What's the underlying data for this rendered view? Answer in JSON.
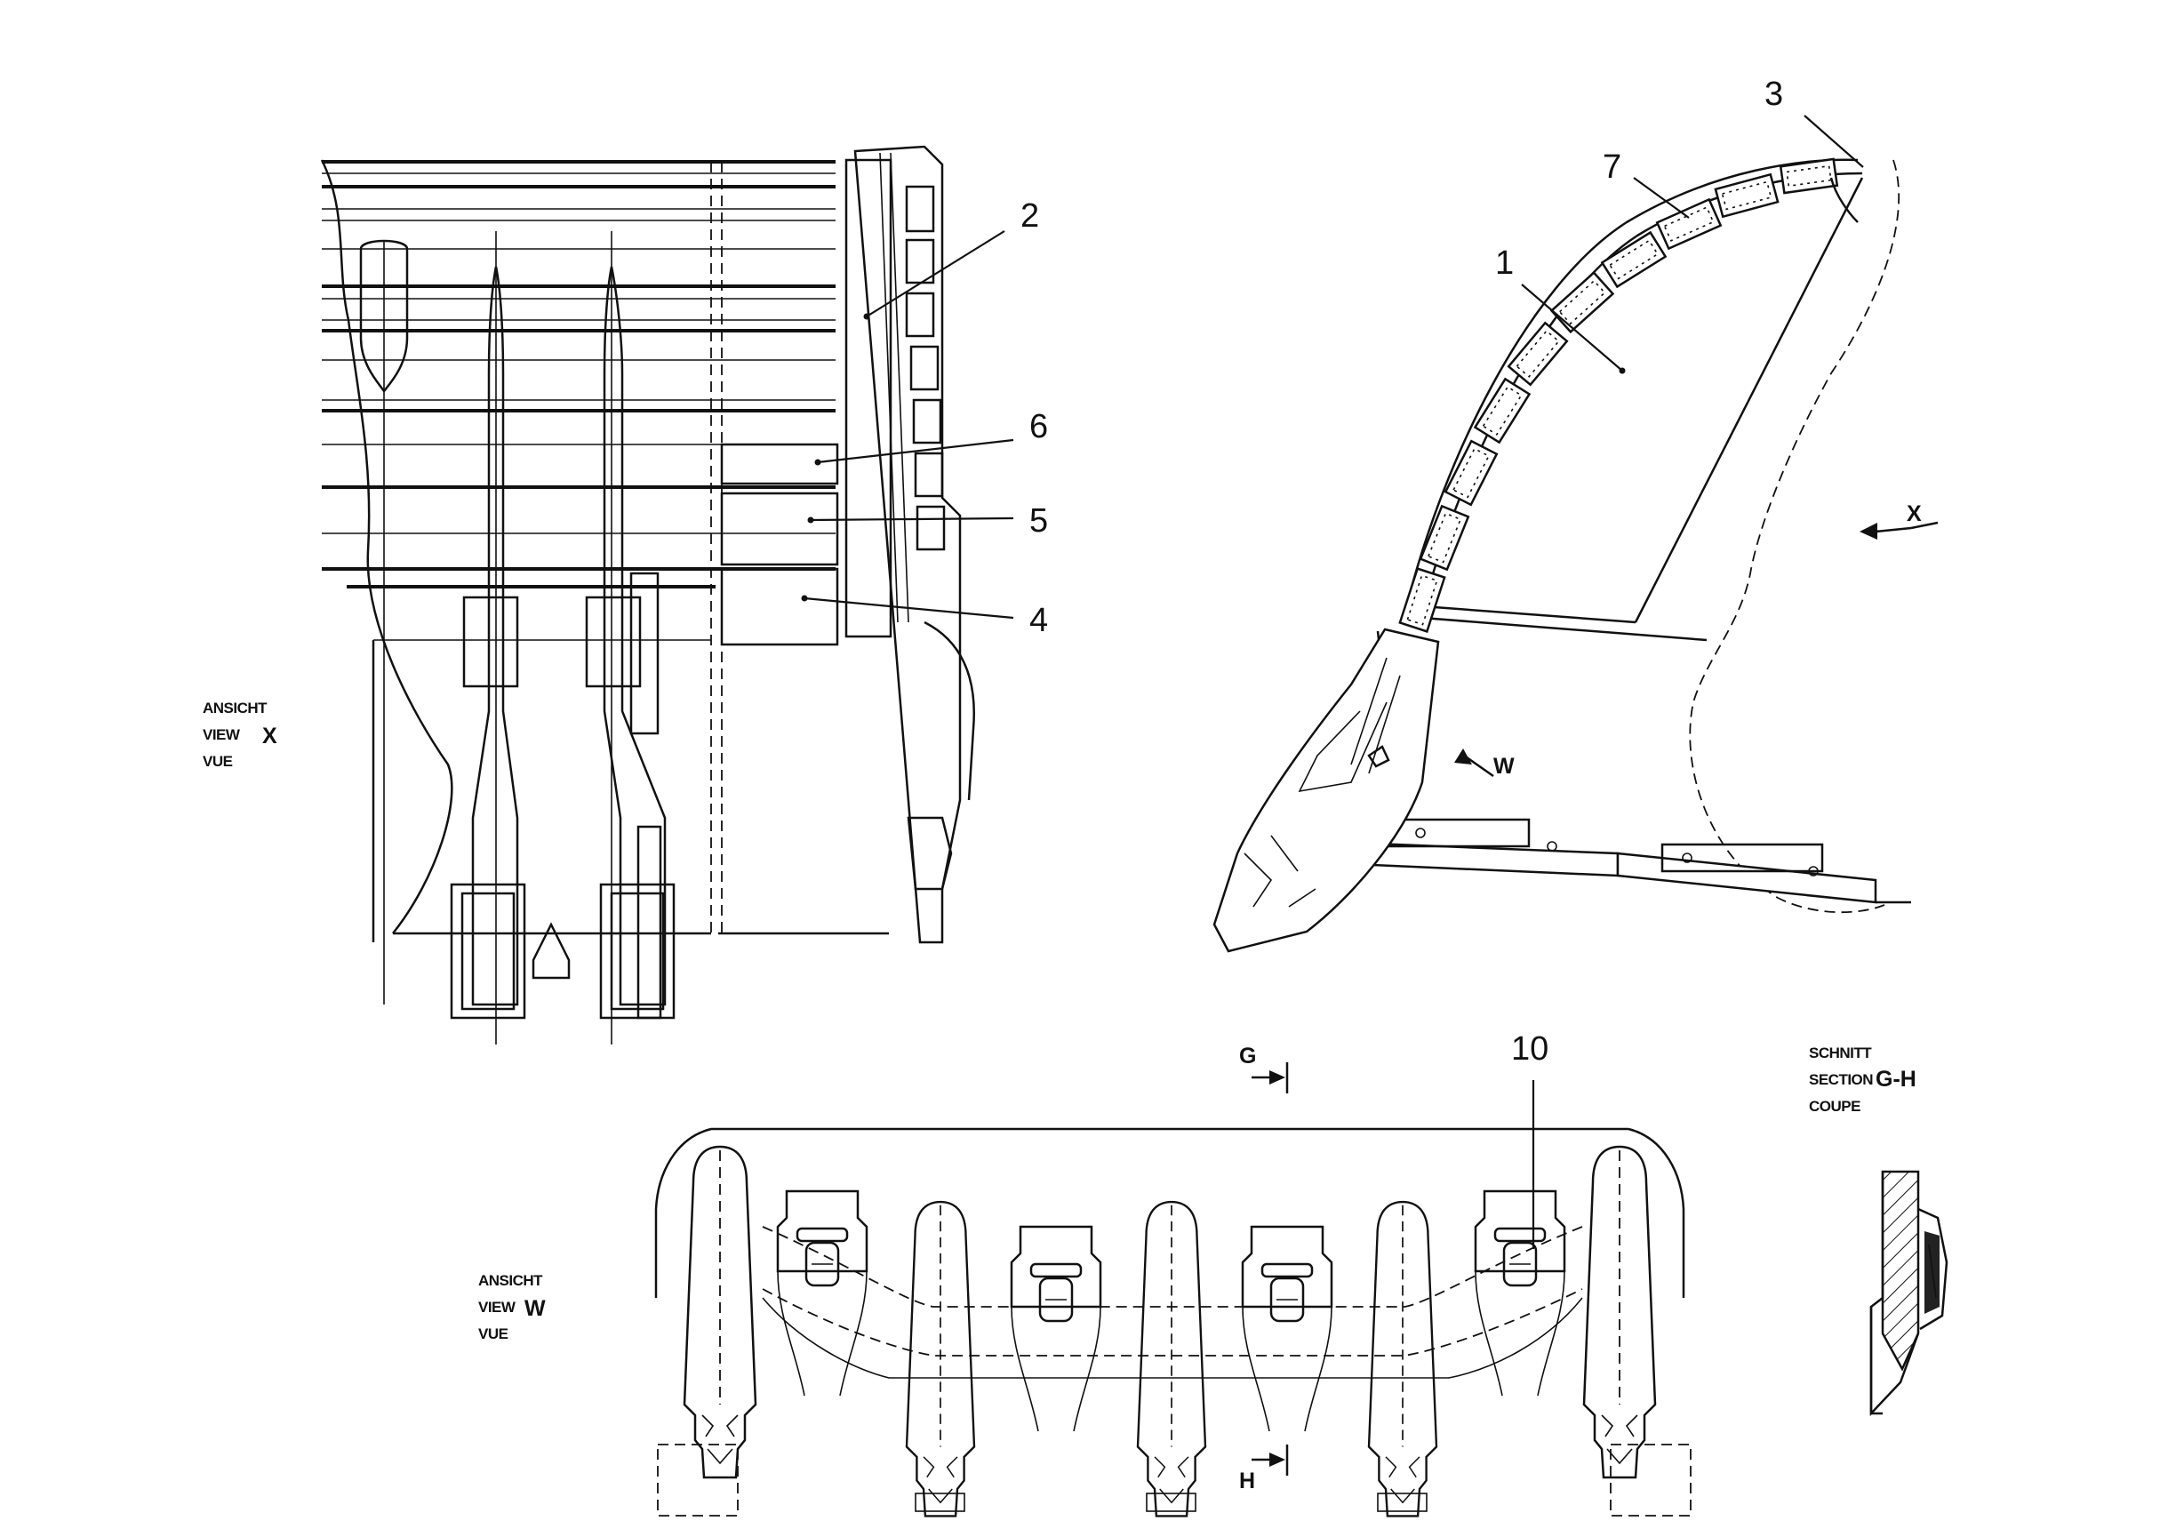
{
  "callouts": {
    "c1": "1",
    "c2": "2",
    "c3": "3",
    "c4": "4",
    "c5": "5",
    "c6": "6",
    "c7": "7",
    "c10": "10"
  },
  "view_x": {
    "line1": "ANSICHT",
    "line2": "VIEW",
    "line3": "VUE",
    "letter": "X"
  },
  "view_w": {
    "line1": "ANSICHT",
    "line2": "VIEW",
    "line3": "VUE",
    "letter": "W"
  },
  "section_gh": {
    "line1": "SCHNITT",
    "line2": "SECTION",
    "line3": "COUPE",
    "letters": "G-H"
  },
  "arrows": {
    "x": "X",
    "w": "W",
    "g": "G",
    "h": "H"
  }
}
